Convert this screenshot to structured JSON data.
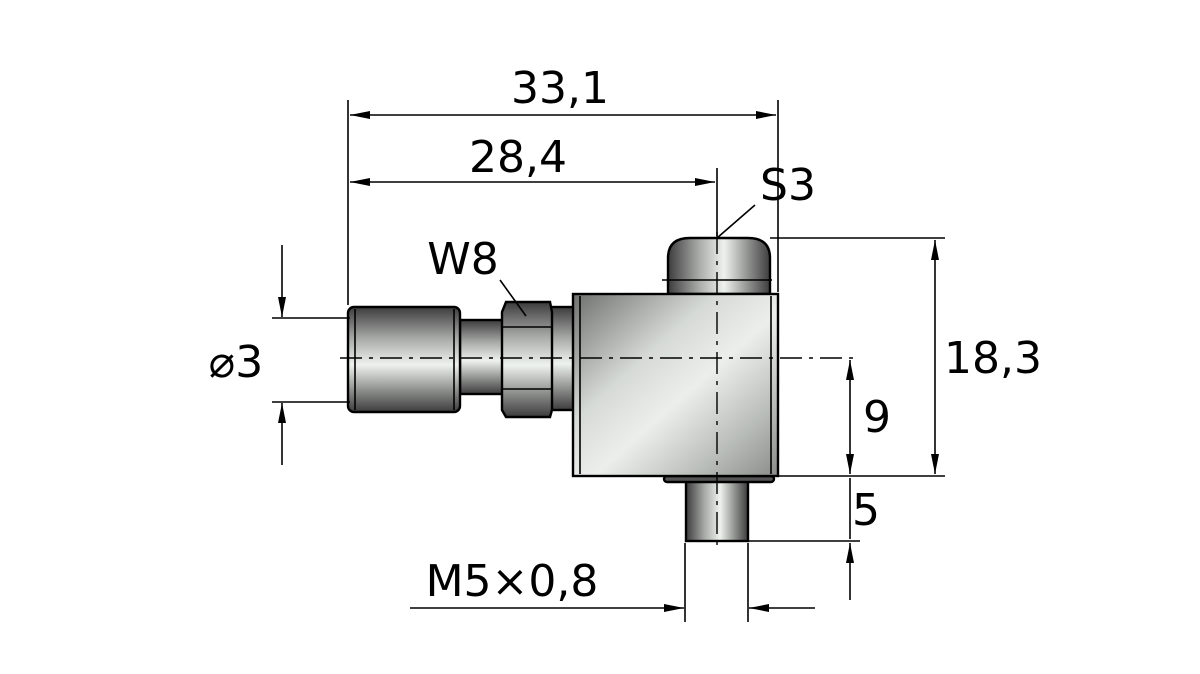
{
  "drawing": {
    "dimensions": {
      "overall_length": "33,1",
      "length_to_axis": "28,4",
      "slot_screw": "S3",
      "wrench_size": "W8",
      "diameter": "⌀3",
      "height": "18,3",
      "axis_height": "9",
      "thread_length": "5",
      "thread": "M5×0,8"
    },
    "colors": {
      "outline": "#000000",
      "metal_dark": "#4a4a4a",
      "metal_light": "#e8ece8"
    }
  }
}
